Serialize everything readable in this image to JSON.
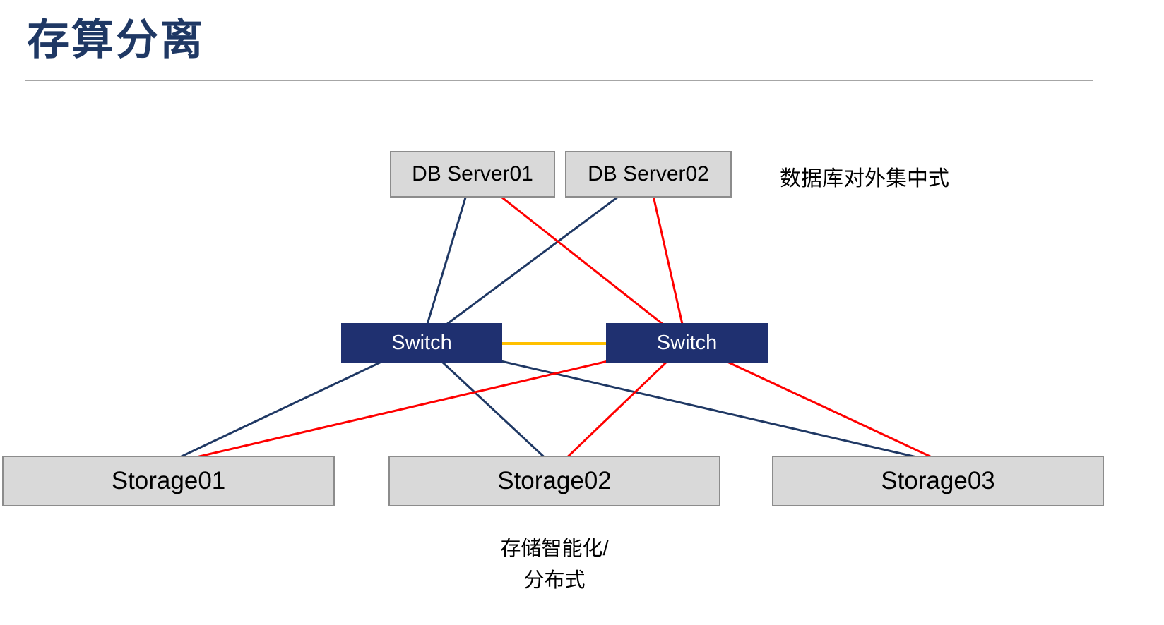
{
  "page": {
    "title": "存算分离"
  },
  "nodes": {
    "db1": "DB Server01",
    "db2": "DB Server02",
    "switch1": "Switch",
    "switch2": "Switch",
    "storage1": "Storage01",
    "storage2": "Storage02",
    "storage3": "Storage03"
  },
  "annotations": {
    "db_note": "数据库对外集中式",
    "storage_note_line1": "存储智能化/",
    "storage_note_line2": "分布式"
  },
  "colors": {
    "title_navy": "#1F3864",
    "navy_line": "#1F3864",
    "red_line": "#FF0000",
    "interconnect_orange": "#FFC000",
    "switch_fill": "#1F3070",
    "box_fill": "#D9D9D9",
    "box_border": "#8C8C8C"
  }
}
